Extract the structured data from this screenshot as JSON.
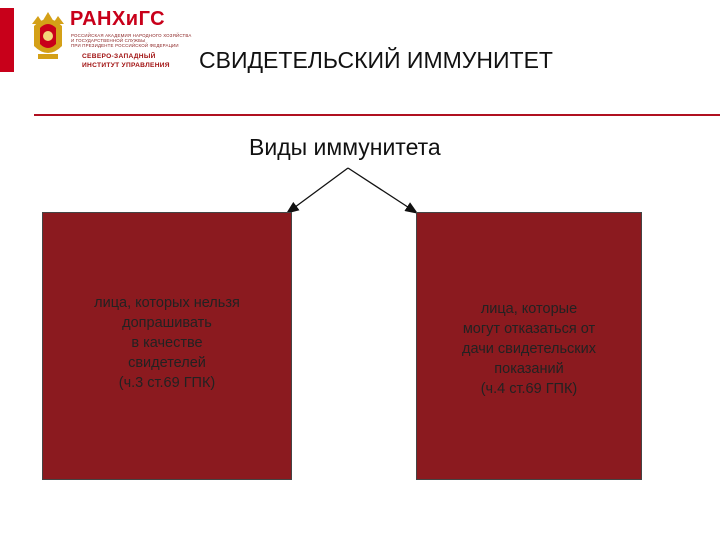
{
  "header": {
    "logo": {
      "name": "РАНХиГС",
      "lines": [
        "РОССИЙСКАЯ АКАДЕМИЯ НАРОДНОГО ХОЗЯЙСТВА",
        "И ГОСУДАРСТВЕННОЙ СЛУЖБЫ",
        "ПРИ ПРЕЗИДЕНТЕ РОССИЙСКОЙ ФЕДЕРАЦИИ"
      ],
      "institute": [
        "СЕВЕРО-ЗАПАДНЫЙ",
        "ИНСТИТУТ УПРАВЛЕНИЯ"
      ]
    },
    "title": "СВИДЕТЕЛЬСКИЙ ИММУНИТЕТ"
  },
  "diagram": {
    "heading": "Виды иммунитета",
    "boxes": [
      {
        "text": "лица, которых нельзя\nдопрашивать\nв качестве\nсвидетелей\n(ч.3 ст.69 ГПК)"
      },
      {
        "text": "лица, которые\nмогут отказаться от\nдачи свидетельских\nпоказаний\n(ч.4 ст.69 ГПК)"
      }
    ]
  },
  "colors": {
    "accent": "#c8001a",
    "box_fill": "#8b1a1f",
    "logo_emblem": "#d4a017"
  }
}
